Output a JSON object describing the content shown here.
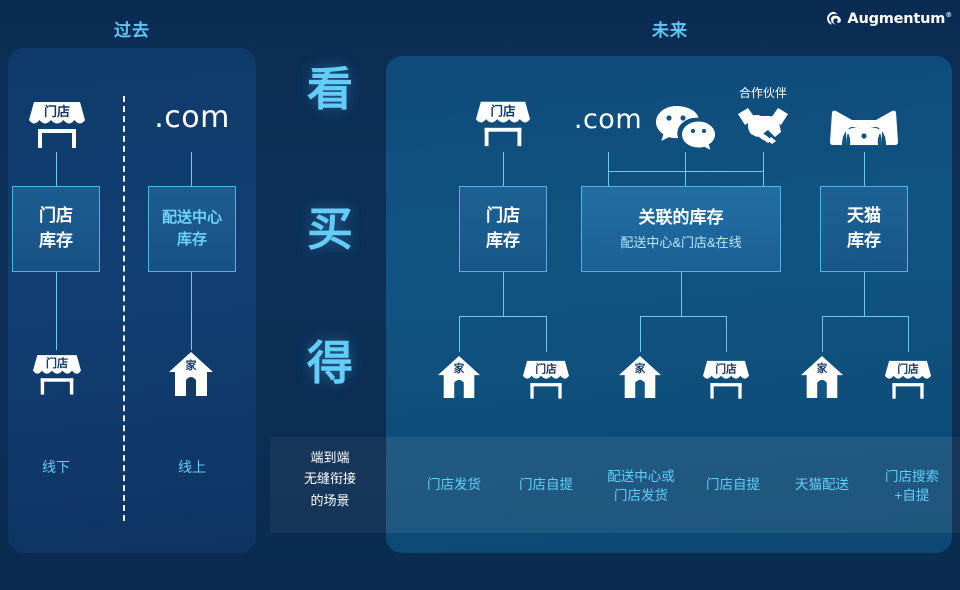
{
  "brand": {
    "name": "Augmentum",
    "registered": "®",
    "mark_icon": "augmentum-spiral-icon"
  },
  "headers": {
    "left": "过去",
    "right": "未来"
  },
  "center": {
    "verbs": [
      "看",
      "买",
      "得"
    ],
    "caption_lines": [
      "端到端",
      "无缝衔接",
      "的场景"
    ]
  },
  "past": {
    "channels": [
      {
        "icon": "store-icon",
        "icon_label": "门店",
        "type": "icon"
      },
      {
        "icon": "dotcom-text",
        "icon_label": ".com",
        "type": "text"
      }
    ],
    "inventories": [
      {
        "lines": [
          "门店",
          "库存"
        ],
        "style": "white"
      },
      {
        "lines": [
          "配送中心",
          "库存"
        ],
        "style": "cyan"
      }
    ],
    "fulfillment_icons": [
      {
        "icon": "store-icon",
        "icon_label": "门店"
      },
      {
        "icon": "home-icon",
        "icon_label": "家"
      }
    ],
    "labels": [
      "线下",
      "线上"
    ]
  },
  "future": {
    "channels": [
      {
        "icon": "store-icon",
        "icon_label": "门店",
        "type": "icon",
        "top_label": ""
      },
      {
        "icon": "dotcom-text",
        "icon_label": ".com",
        "type": "text",
        "top_label": ""
      },
      {
        "icon": "wechat-icon",
        "icon_label": "",
        "type": "icon",
        "top_label": ""
      },
      {
        "icon": "handshake-icon",
        "icon_label": "",
        "type": "icon",
        "top_label": "合作伙伴"
      },
      {
        "icon": "tmall-cat-icon",
        "icon_label": "",
        "type": "icon",
        "top_label": ""
      }
    ],
    "inventories": [
      {
        "lines": [
          "门店",
          "库存"
        ],
        "sub": "",
        "style": "white"
      },
      {
        "lines": [
          "关联的库存"
        ],
        "sub": "配送中心&门店&在线",
        "style": "white"
      },
      {
        "lines": [
          "天猫",
          "库存"
        ],
        "sub": "",
        "style": "white"
      }
    ],
    "fulfillment_icons": [
      {
        "icon": "home-icon",
        "icon_label": "家"
      },
      {
        "icon": "store-icon",
        "icon_label": "门店"
      },
      {
        "icon": "home-icon",
        "icon_label": "家"
      },
      {
        "icon": "store-icon",
        "icon_label": "门店"
      },
      {
        "icon": "home-icon",
        "icon_label": "家"
      },
      {
        "icon": "store-icon",
        "icon_label": "门店"
      }
    ],
    "labels": [
      {
        "lines": [
          "门店发货"
        ]
      },
      {
        "lines": [
          "门店自提"
        ]
      },
      {
        "lines": [
          "配送中心或",
          "门店发货"
        ]
      },
      {
        "lines": [
          "门店自提"
        ]
      },
      {
        "lines": [
          "天猫配送"
        ]
      },
      {
        "lines": [
          "门店搜索",
          "+自提"
        ]
      }
    ]
  },
  "colors": {
    "accent_cyan": "#63cdf7",
    "line": "#6fc9ef",
    "box_border": "#4fb6e4",
    "panel_left": "#113f73",
    "panel_right": "#115785",
    "page_bg": "#0d3159",
    "white": "#ffffff"
  }
}
